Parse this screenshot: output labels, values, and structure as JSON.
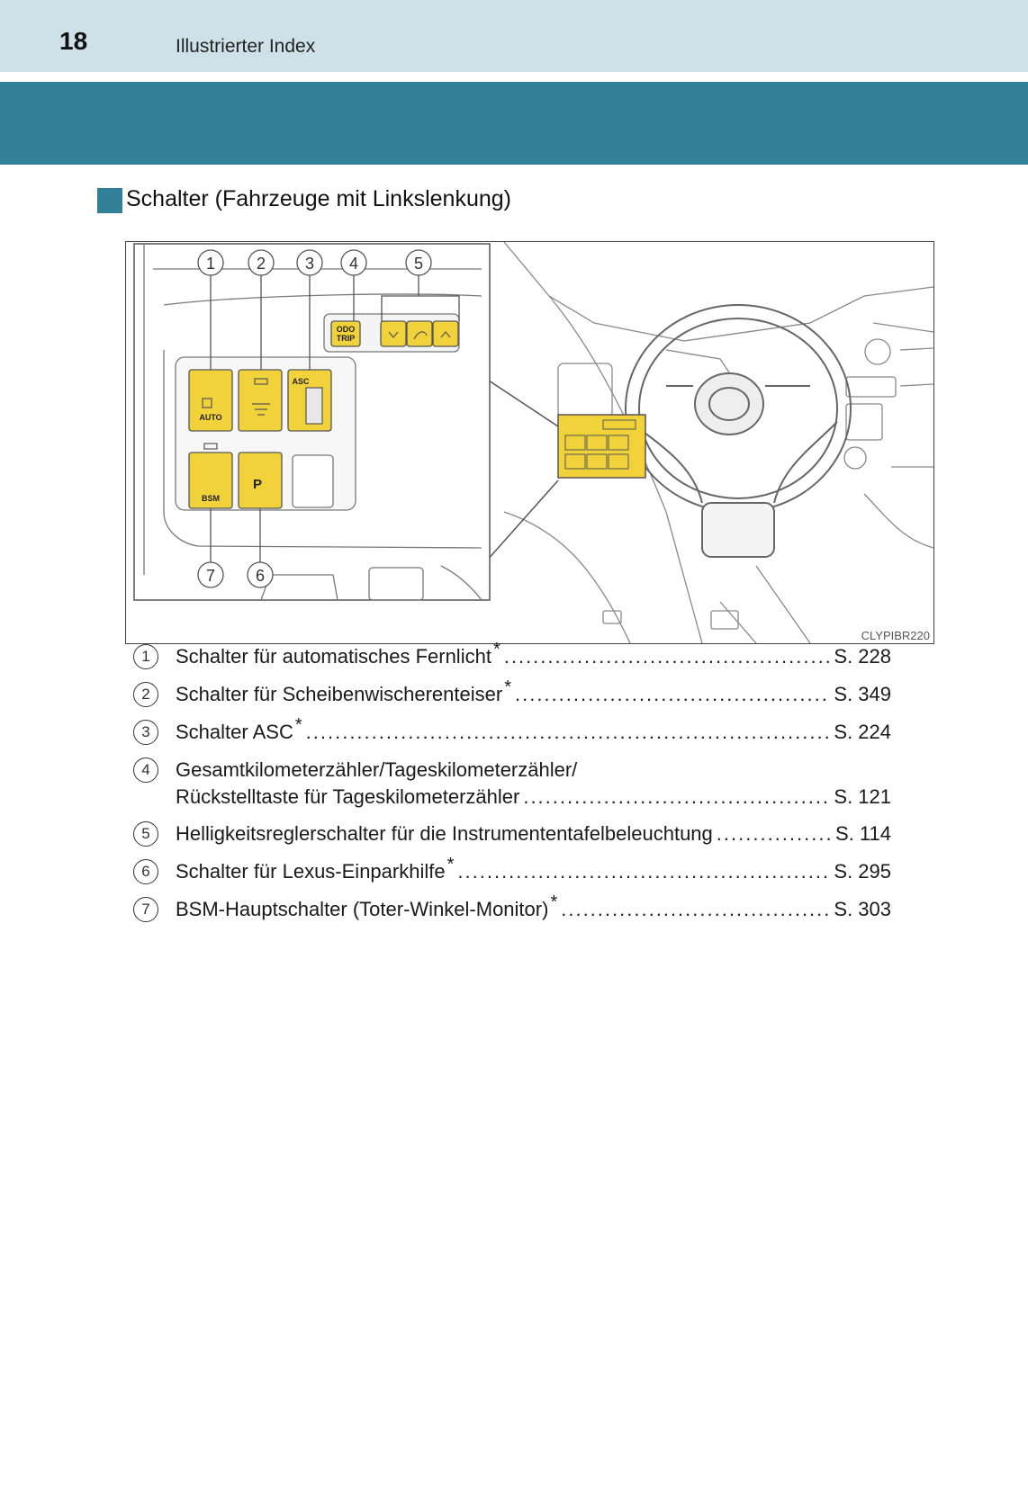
{
  "header": {
    "page_number": "18",
    "running_title": "Illustrierter Index"
  },
  "section": {
    "heading": "Schalter (Fahrzeuge mit Linkslenkung)"
  },
  "figure": {
    "code": "CLYPIBR220",
    "callouts": [
      "1",
      "2",
      "3",
      "4",
      "5",
      "6",
      "7"
    ],
    "switch_labels": {
      "auto": "AUTO",
      "asc": "ASC",
      "bsm": "BSM",
      "parking": "P",
      "odo": "ODO",
      "trip": "TRIP"
    },
    "colors": {
      "switch_yellow": "#f1d23a",
      "line_gray": "#555555",
      "accent_blue": "#327f98"
    }
  },
  "entries": [
    {
      "number": "1",
      "text": "Schalter für automatisches Fernlicht",
      "star": "*",
      "page": "S. 228"
    },
    {
      "number": "2",
      "text": "Schalter für Scheibenwischerenteiser",
      "star": "*",
      "page": "S. 349"
    },
    {
      "number": "3",
      "text": "Schalter ASC",
      "star": "*",
      "page": "S. 224"
    },
    {
      "number": "4",
      "text": "Gesamtkilometerzähler/Tageskilometerzähler/",
      "text2": "Rückstelltaste für Tageskilometerzähler",
      "star": "",
      "page": "S. 121"
    },
    {
      "number": "5",
      "text": "Helligkeitsreglerschalter für die Instrumententafelbeleuchtung",
      "star": "",
      "page": "S. 114"
    },
    {
      "number": "6",
      "text": "Schalter für Lexus-Einparkhilfe",
      "star": "*",
      "page": "S. 295"
    },
    {
      "number": "7",
      "text": "BSM-Hauptschalter (Toter-Winkel-Monitor)",
      "star": "*",
      "page": "S. 303"
    }
  ]
}
